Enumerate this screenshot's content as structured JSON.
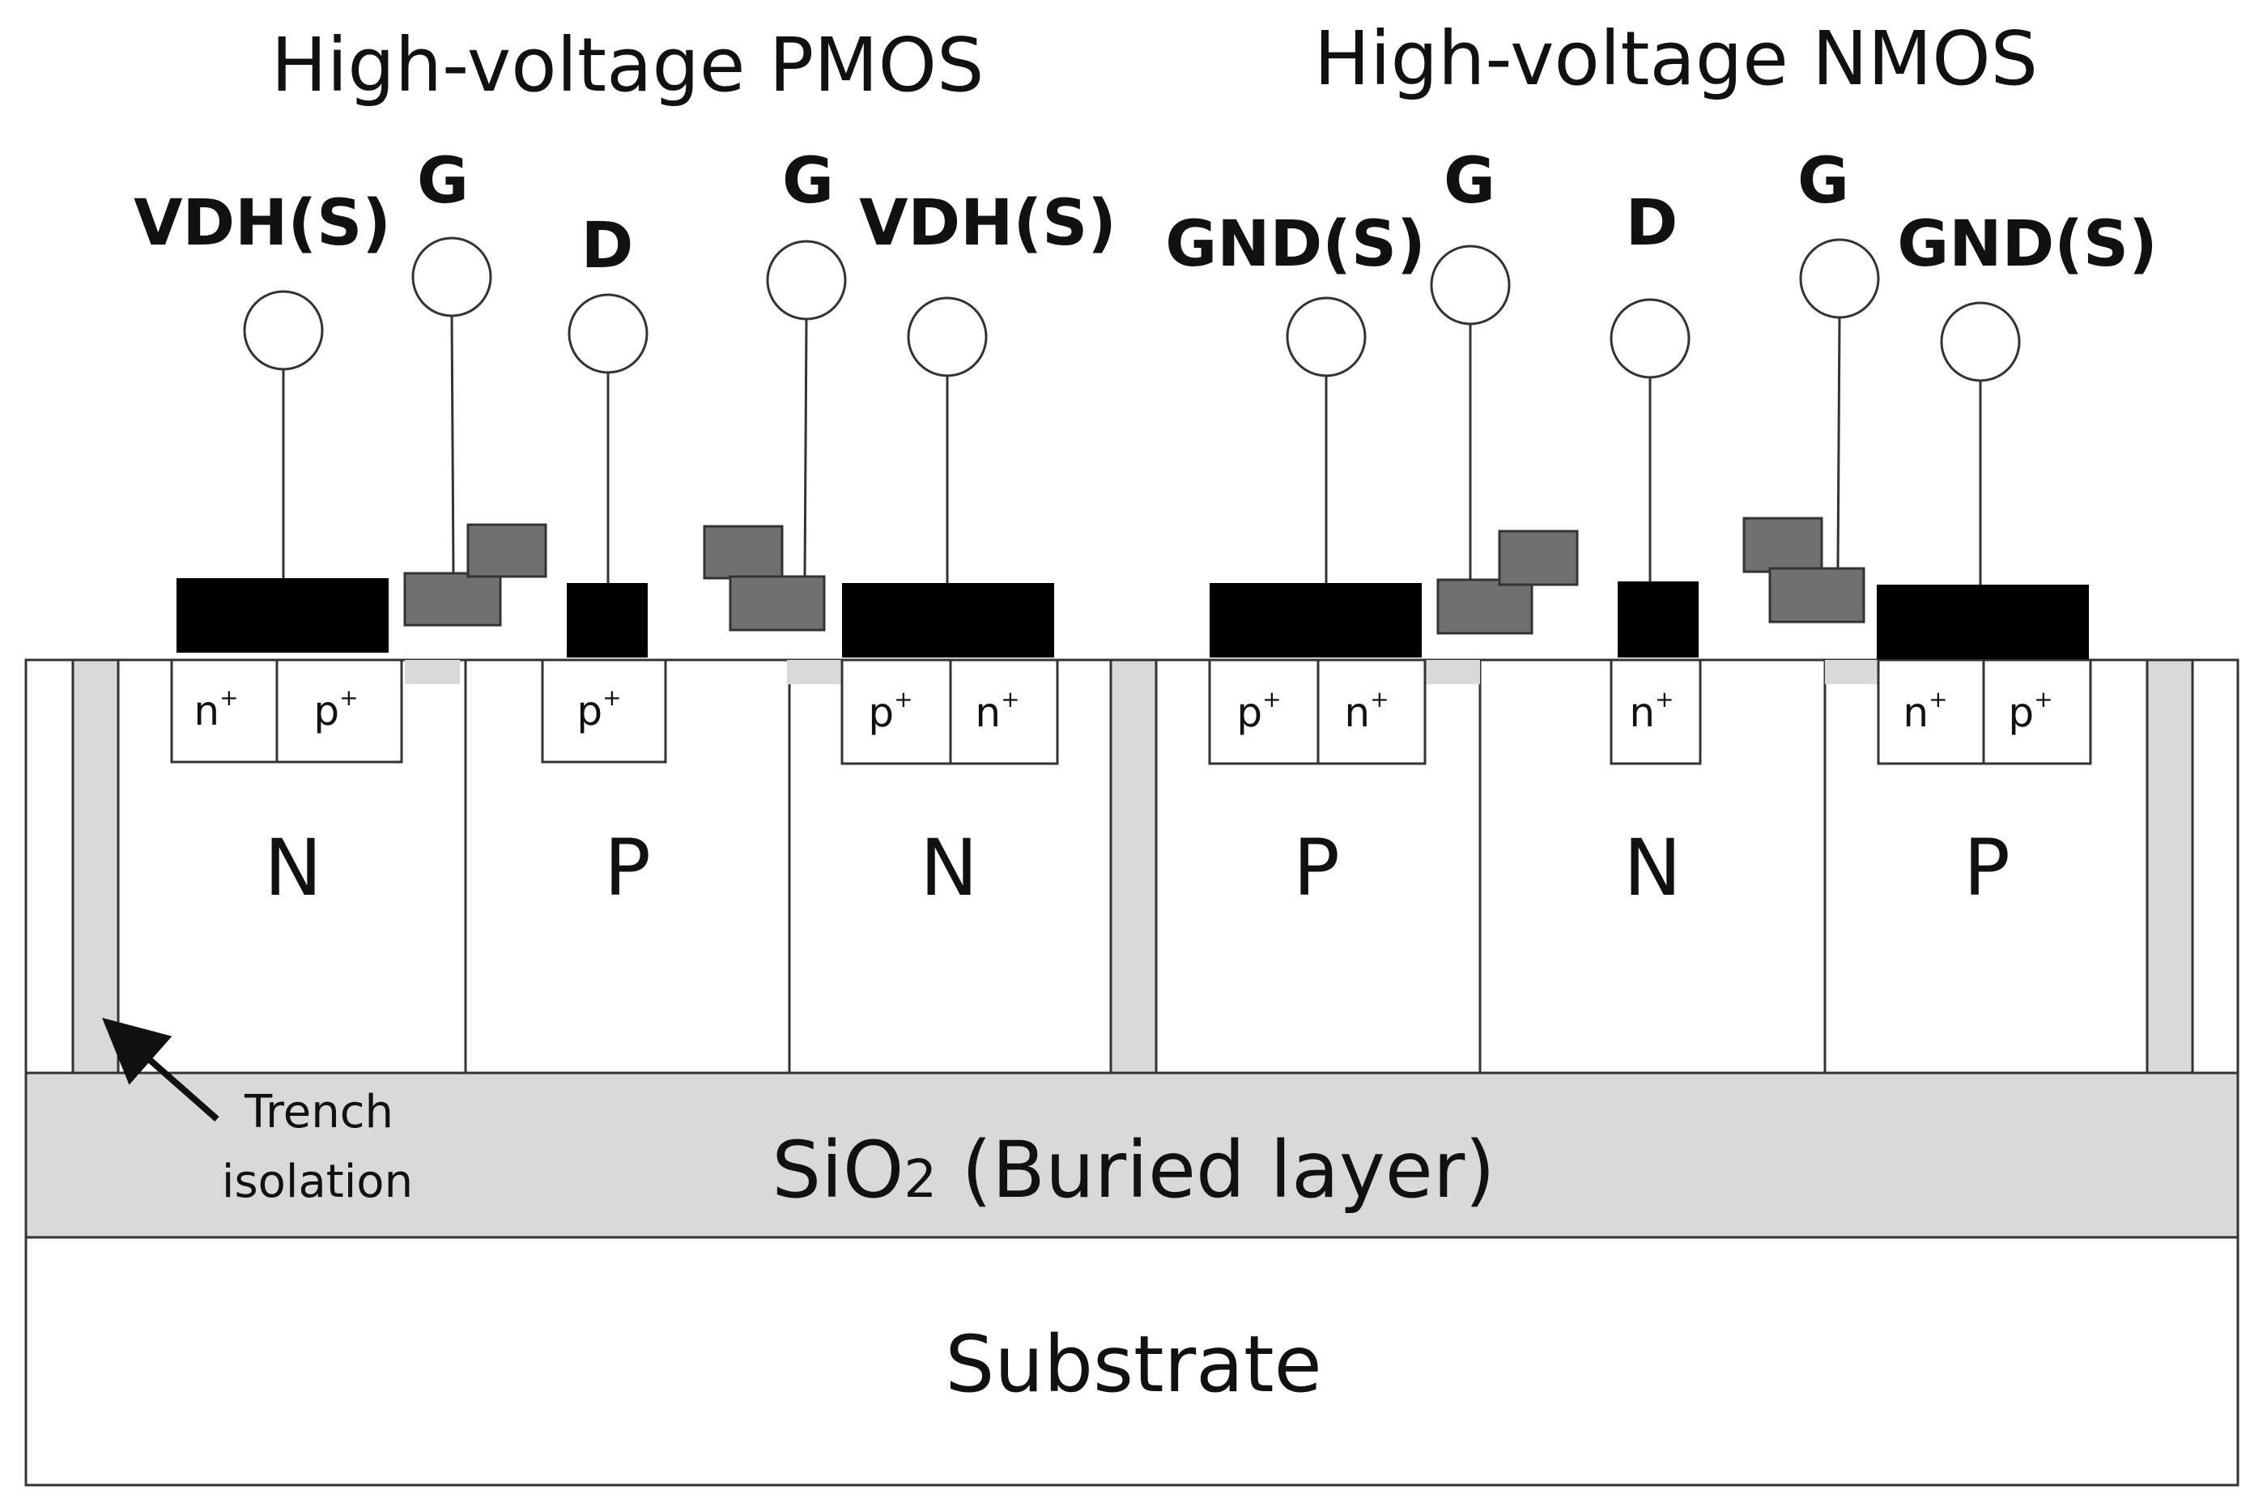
{
  "titles": {
    "pmos": "High-voltage PMOS",
    "nmos": "High-voltage NMOS"
  },
  "terminals": {
    "pmos_source_left": "VDH(S)",
    "pmos_gate_left": "G",
    "pmos_drain": "D",
    "pmos_gate_right": "G",
    "pmos_source_right": "VDH(S)",
    "nmos_source_left": "GND(S)",
    "nmos_gate_left": "G",
    "nmos_drain": "D",
    "nmos_gate_right": "G",
    "nmos_source_right": "GND(S)"
  },
  "wells": [
    "N",
    "P",
    "N",
    "P",
    "N",
    "P"
  ],
  "doping": {
    "pmos_left": [
      "n",
      "p"
    ],
    "pmos_drain": "p",
    "pmos_right": [
      "p",
      "n"
    ],
    "nmos_left": [
      "p",
      "n"
    ],
    "nmos_drain": "n",
    "nmos_right": [
      "n",
      "p"
    ],
    "superscript": "+"
  },
  "layers": {
    "oxide_main": "SiO",
    "oxide_sub": "2",
    "oxide_rest": " (Buried layer)",
    "substrate": "Substrate"
  },
  "annotation": {
    "line1": "Trench",
    "line2": "isolation"
  },
  "colors": {
    "metal_contact": "#000000",
    "gate_poly": "#707070",
    "oxide": "#d9d9d9",
    "outline": "#333333"
  }
}
